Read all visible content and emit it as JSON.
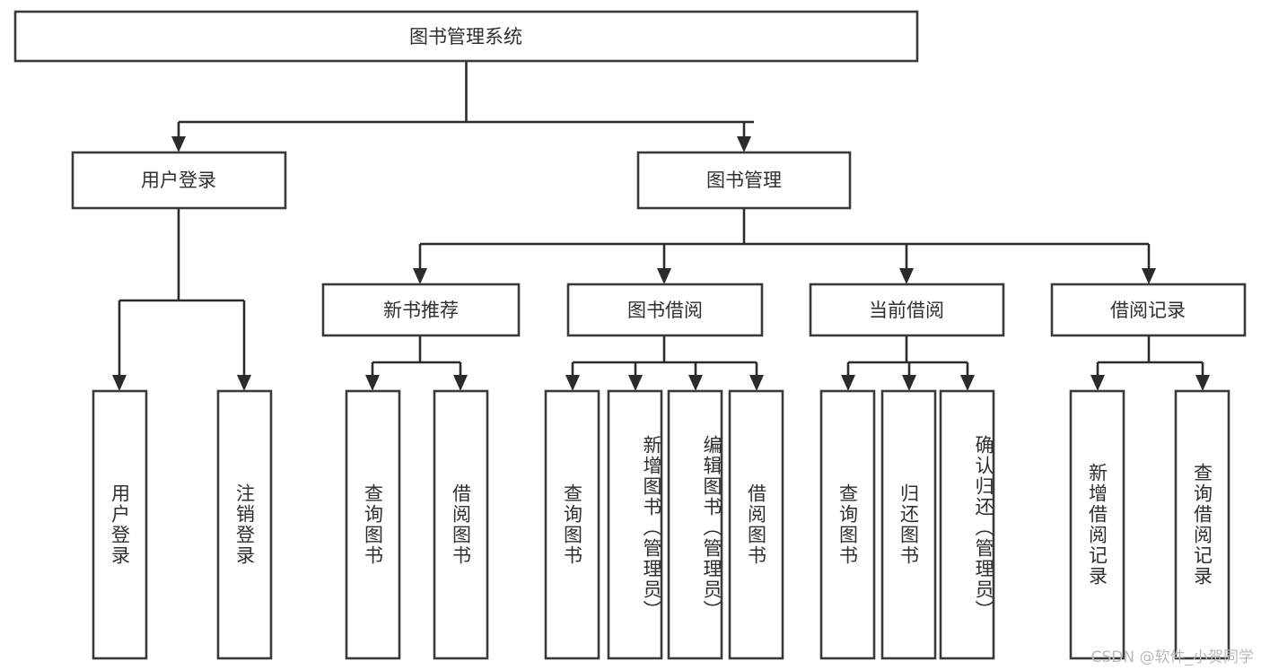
{
  "diagram": {
    "title": "图书管理系统",
    "type": "tree",
    "orientation": "top-down",
    "watermark": "CSDN @软件_小贺同学",
    "colors": {
      "background": "#ffffff",
      "box_fill": "#ffffff",
      "box_stroke": "#3a3a3a",
      "connector": "#2b2b2b",
      "label_text": "#2f2f2f",
      "watermark_text": "#b9b9b9"
    },
    "nodes": {
      "root": {
        "id": "root",
        "label": "图书管理系统",
        "level": 1,
        "text_orientation": "horizontal"
      },
      "level2": [
        {
          "id": "user-login",
          "label": "用户登录",
          "level": 2,
          "text_orientation": "horizontal"
        },
        {
          "id": "book-manage",
          "label": "图书管理",
          "level": 2,
          "text_orientation": "horizontal"
        }
      ],
      "level3": [
        {
          "id": "new-book-recommend",
          "label": "新书推荐",
          "level": 3,
          "text_orientation": "horizontal",
          "parent": "book-manage"
        },
        {
          "id": "book-borrow",
          "label": "图书借阅",
          "level": 3,
          "text_orientation": "horizontal",
          "parent": "book-manage"
        },
        {
          "id": "current-borrow",
          "label": "当前借阅",
          "level": 3,
          "text_orientation": "horizontal",
          "parent": "book-manage"
        },
        {
          "id": "borrow-record",
          "label": "借阅记录",
          "level": 3,
          "text_orientation": "horizontal",
          "parent": "book-manage"
        }
      ],
      "leaves": [
        {
          "id": "leaf-user-login",
          "label": "用户登录",
          "parent": "user-login",
          "text_orientation": "vertical"
        },
        {
          "id": "leaf-logout-login",
          "label": "注销登录",
          "parent": "user-login",
          "text_orientation": "vertical"
        },
        {
          "id": "leaf-query-book-1",
          "label": "查询图书",
          "parent": "new-book-recommend",
          "text_orientation": "vertical"
        },
        {
          "id": "leaf-borrow-book-1",
          "label": "借阅图书",
          "parent": "new-book-recommend",
          "text_orientation": "vertical"
        },
        {
          "id": "leaf-query-book-2",
          "label": "查询图书",
          "parent": "book-borrow",
          "text_orientation": "vertical"
        },
        {
          "id": "leaf-add-book-admin",
          "label": "新增图书（管理员）",
          "parent": "book-borrow",
          "text_orientation": "vertical"
        },
        {
          "id": "leaf-edit-book-admin",
          "label": "编辑图书（管理员）",
          "parent": "book-borrow",
          "text_orientation": "vertical"
        },
        {
          "id": "leaf-borrow-book-2",
          "label": "借阅图书",
          "parent": "book-borrow",
          "text_orientation": "vertical"
        },
        {
          "id": "leaf-query-book-3",
          "label": "查询图书",
          "parent": "current-borrow",
          "text_orientation": "vertical"
        },
        {
          "id": "leaf-return-book",
          "label": "归还图书",
          "parent": "current-borrow",
          "text_orientation": "vertical"
        },
        {
          "id": "leaf-confirm-return-admin",
          "label": "确认归还（管理员）",
          "parent": "current-borrow",
          "text_orientation": "vertical"
        },
        {
          "id": "leaf-add-borrow-record",
          "label": "新增借阅记录",
          "parent": "borrow-record",
          "text_orientation": "vertical"
        },
        {
          "id": "leaf-query-borrow-record",
          "label": "查询借阅记录",
          "parent": "borrow-record",
          "text_orientation": "vertical"
        }
      ]
    },
    "edges": [
      {
        "from": "root",
        "to": "user-login"
      },
      {
        "from": "root",
        "to": "book-manage"
      },
      {
        "from": "book-manage",
        "to": "new-book-recommend"
      },
      {
        "from": "book-manage",
        "to": "book-borrow"
      },
      {
        "from": "book-manage",
        "to": "current-borrow"
      },
      {
        "from": "book-manage",
        "to": "borrow-record"
      },
      {
        "from": "user-login",
        "to": "leaf-user-login"
      },
      {
        "from": "user-login",
        "to": "leaf-logout-login"
      },
      {
        "from": "new-book-recommend",
        "to": "leaf-query-book-1"
      },
      {
        "from": "new-book-recommend",
        "to": "leaf-borrow-book-1"
      },
      {
        "from": "book-borrow",
        "to": "leaf-query-book-2"
      },
      {
        "from": "book-borrow",
        "to": "leaf-add-book-admin"
      },
      {
        "from": "book-borrow",
        "to": "leaf-edit-book-admin"
      },
      {
        "from": "book-borrow",
        "to": "leaf-borrow-book-2"
      },
      {
        "from": "current-borrow",
        "to": "leaf-query-book-3"
      },
      {
        "from": "current-borrow",
        "to": "leaf-return-book"
      },
      {
        "from": "current-borrow",
        "to": "leaf-confirm-return-admin"
      },
      {
        "from": "borrow-record",
        "to": "leaf-add-borrow-record"
      },
      {
        "from": "borrow-record",
        "to": "leaf-query-borrow-record"
      }
    ]
  }
}
